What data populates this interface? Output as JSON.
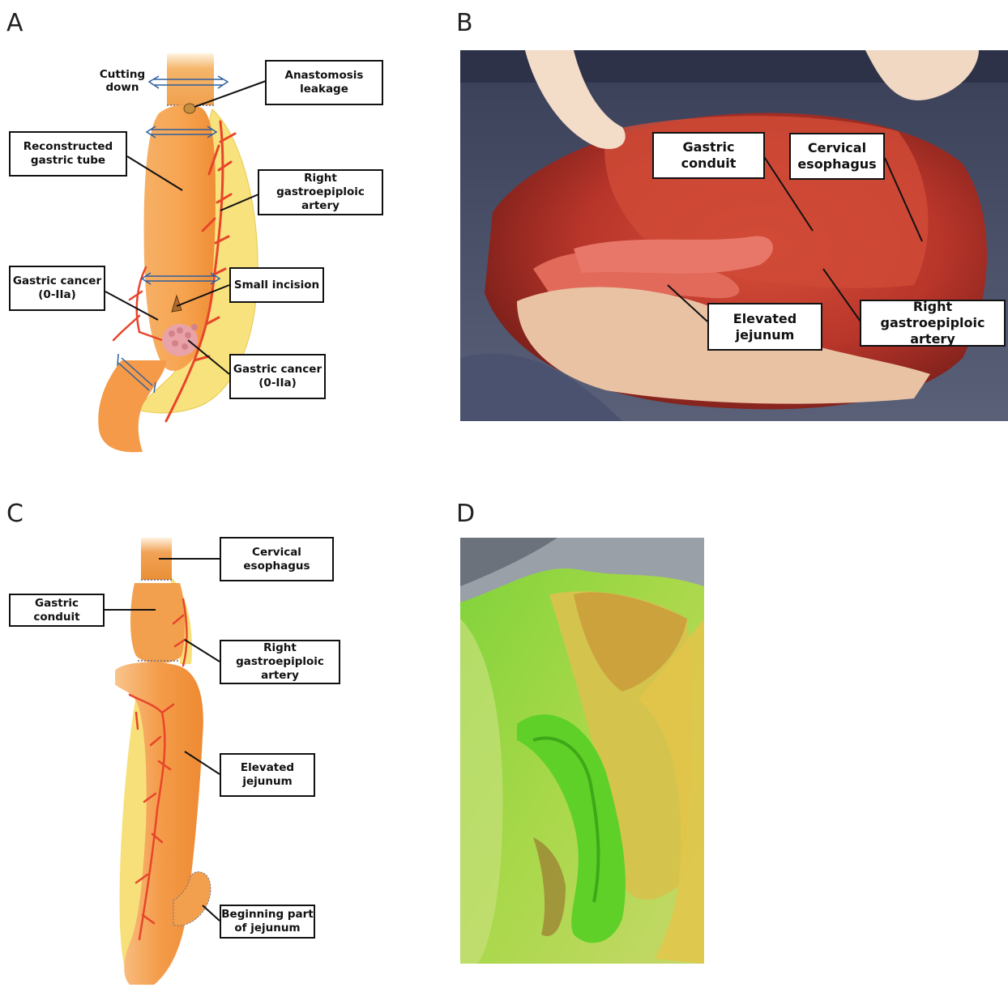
{
  "panels": {
    "a": {
      "letter": "A",
      "labels": {
        "cutting_down": "Cutting\ndown",
        "anastomosis_leakage": "Anastomosis\nleakage",
        "reconstructed_gastric_tube": "Reconstructed\ngastric tube",
        "right_gastroepiploic_artery": "Right gastroepiploic\nartery",
        "gastric_cancer_left": "Gastric cancer\n(0-IIa)",
        "small_incision": "Small incision",
        "gastric_cancer_right": "Gastric cancer\n(0-IIa)"
      }
    },
    "b": {
      "letter": "B",
      "labels": {
        "gastric_conduit": "Gastric\nconduit",
        "cervical_esophagus": "Cervical\nesophagus",
        "elevated_jejunum": "Elevated\njejunum",
        "right_gastroepiploic_artery": "Right gastroepiploic\nartery"
      }
    },
    "c": {
      "letter": "C",
      "labels": {
        "cervical_esophagus": "Cervical\nesophagus",
        "gastric_conduit": "Gastric\nconduit",
        "right_gastroepiploic_artery": "Right gastroepiploic\nartery",
        "elevated_jejunum": "Elevated\njejunum",
        "beginning_part_of_jejunum": "Beginning part\nof jejunum"
      }
    },
    "d": {
      "letter": "D"
    }
  },
  "colors": {
    "organ_orange": "#f5a04a",
    "organ_light": "#fbc98a",
    "omentum_yellow": "#f7e07a",
    "artery_red": "#e8452a",
    "arrow_blue": "#2f5f9e",
    "photo_tissue_red": "#c0392b",
    "fluorescence_green": "#7be03a"
  }
}
